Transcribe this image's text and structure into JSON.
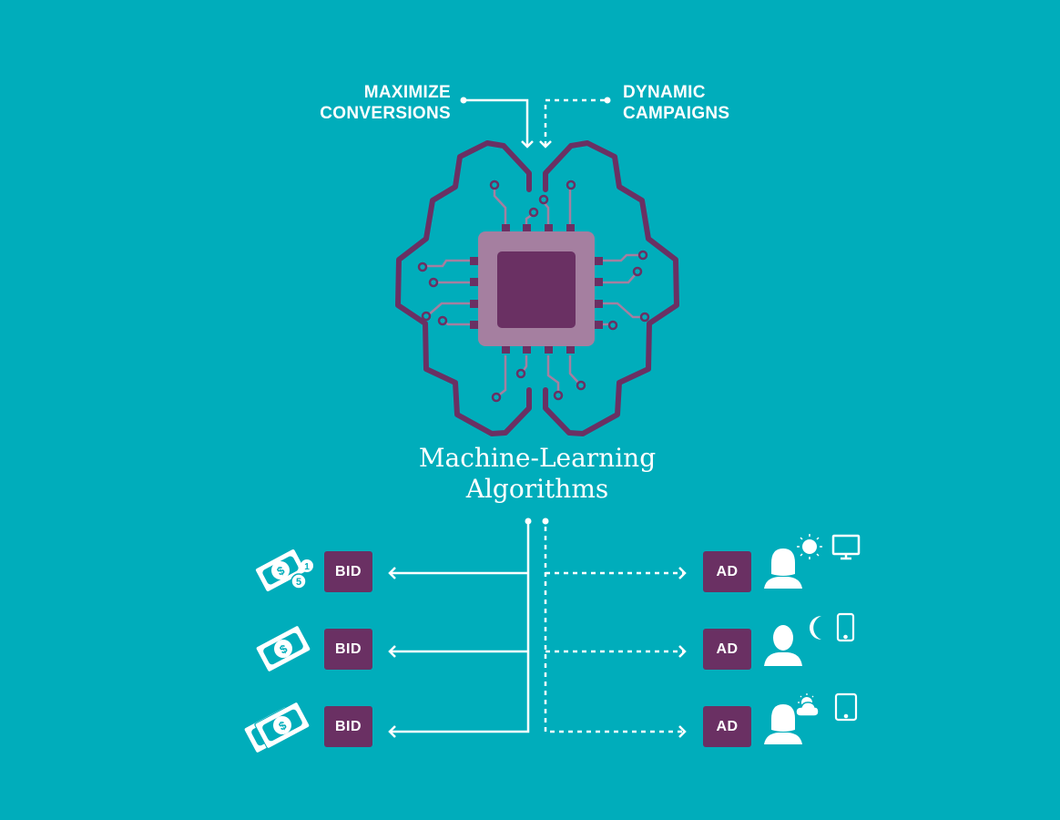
{
  "colors": {
    "background": "#00adbb",
    "brain_outline": "#6a3063",
    "chip_outer": "#a57fa0",
    "chip_inner": "#6a3063",
    "traces": "#a57fa0",
    "foreground": "#ffffff"
  },
  "inputs": {
    "left": {
      "line1": "MAXIMIZE",
      "line2": "CONVERSIONS",
      "connector": "solid"
    },
    "right": {
      "line1": "DYNAMIC",
      "line2": "CAMPAIGNS",
      "connector": "dotted"
    }
  },
  "center": {
    "icon": "brain-chip-icon",
    "title_line1": "Machine-Learning",
    "title_line2": "Algorithms"
  },
  "outputs": {
    "bids": [
      {
        "label": "BID",
        "icon": "money-with-coins-icon",
        "coins": [
          "1",
          "5"
        ]
      },
      {
        "label": "BID",
        "icon": "single-bill-icon"
      },
      {
        "label": "BID",
        "icon": "stacked-bills-icon"
      }
    ],
    "ads": [
      {
        "label": "AD",
        "person": "female-user-icon",
        "time": "sun-icon",
        "device": "desktop-monitor-icon"
      },
      {
        "label": "AD",
        "person": "male-user-icon",
        "time": "moon-icon",
        "device": "smartphone-icon"
      },
      {
        "label": "AD",
        "person": "female-user-icon",
        "time": "partly-cloudy-icon",
        "device": "tablet-icon"
      }
    ]
  }
}
